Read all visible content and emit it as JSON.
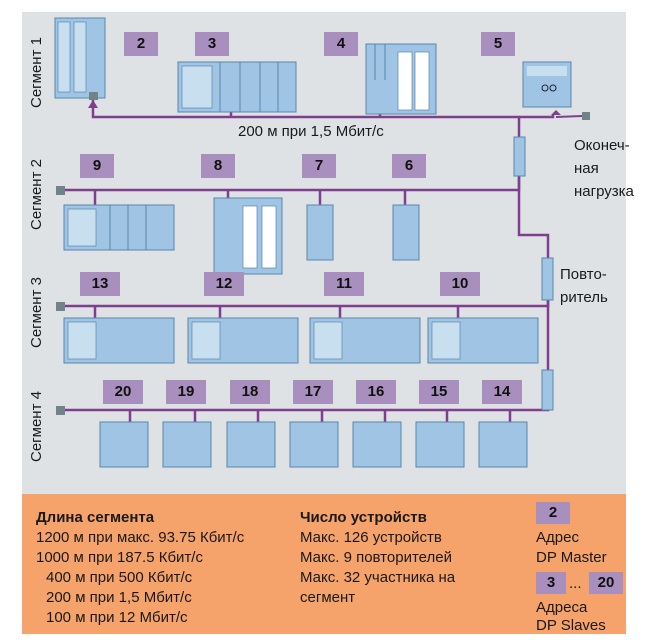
{
  "segments": [
    "Сегмент 1",
    "Сегмент 2",
    "Сегмент 3",
    "Сегмент 4"
  ],
  "bus_speed_label": "200 м при 1,5 Мбит/с",
  "terminator_label": [
    "Оконеч-",
    "ная",
    "нагрузка"
  ],
  "repeater_label": [
    "Повто-",
    "ритель"
  ],
  "addresses": {
    "seg1": [
      "2",
      "3",
      "4",
      "5"
    ],
    "seg2": [
      "9",
      "8",
      "7",
      "6"
    ],
    "seg3": [
      "13",
      "12",
      "11",
      "10"
    ],
    "seg4": [
      "20",
      "19",
      "18",
      "17",
      "16",
      "15",
      "14"
    ]
  },
  "legend": {
    "length_title": "Длина сегмента",
    "length_rows": [
      "1200 м при макс. 93.75 Кбит/с",
      "1000 м при 187.5 Кбит/с",
      "400 м при 500 Кбит/с",
      "200 м при 1,5 Мбит/с",
      "100 м при 12 Мбит/с"
    ],
    "count_title": "Число устройств",
    "count_rows": [
      "Макс. 126 устройств",
      "Макс. 9 повторителей",
      "Макс. 32 участника на",
      "сегмент"
    ],
    "master_badge": "2",
    "master_label": [
      "Адрес",
      "DP Master"
    ],
    "slave_from": "3",
    "slave_sep": "...",
    "slave_to": "20",
    "slave_label": [
      "Адреса",
      "DP Slaves"
    ]
  },
  "colors": {
    "panel": "#dfe2e4",
    "bus": "#7d3f8e",
    "device": "#9fc4e4",
    "badge": "#a98fbe",
    "legend": "#f5a26b"
  }
}
